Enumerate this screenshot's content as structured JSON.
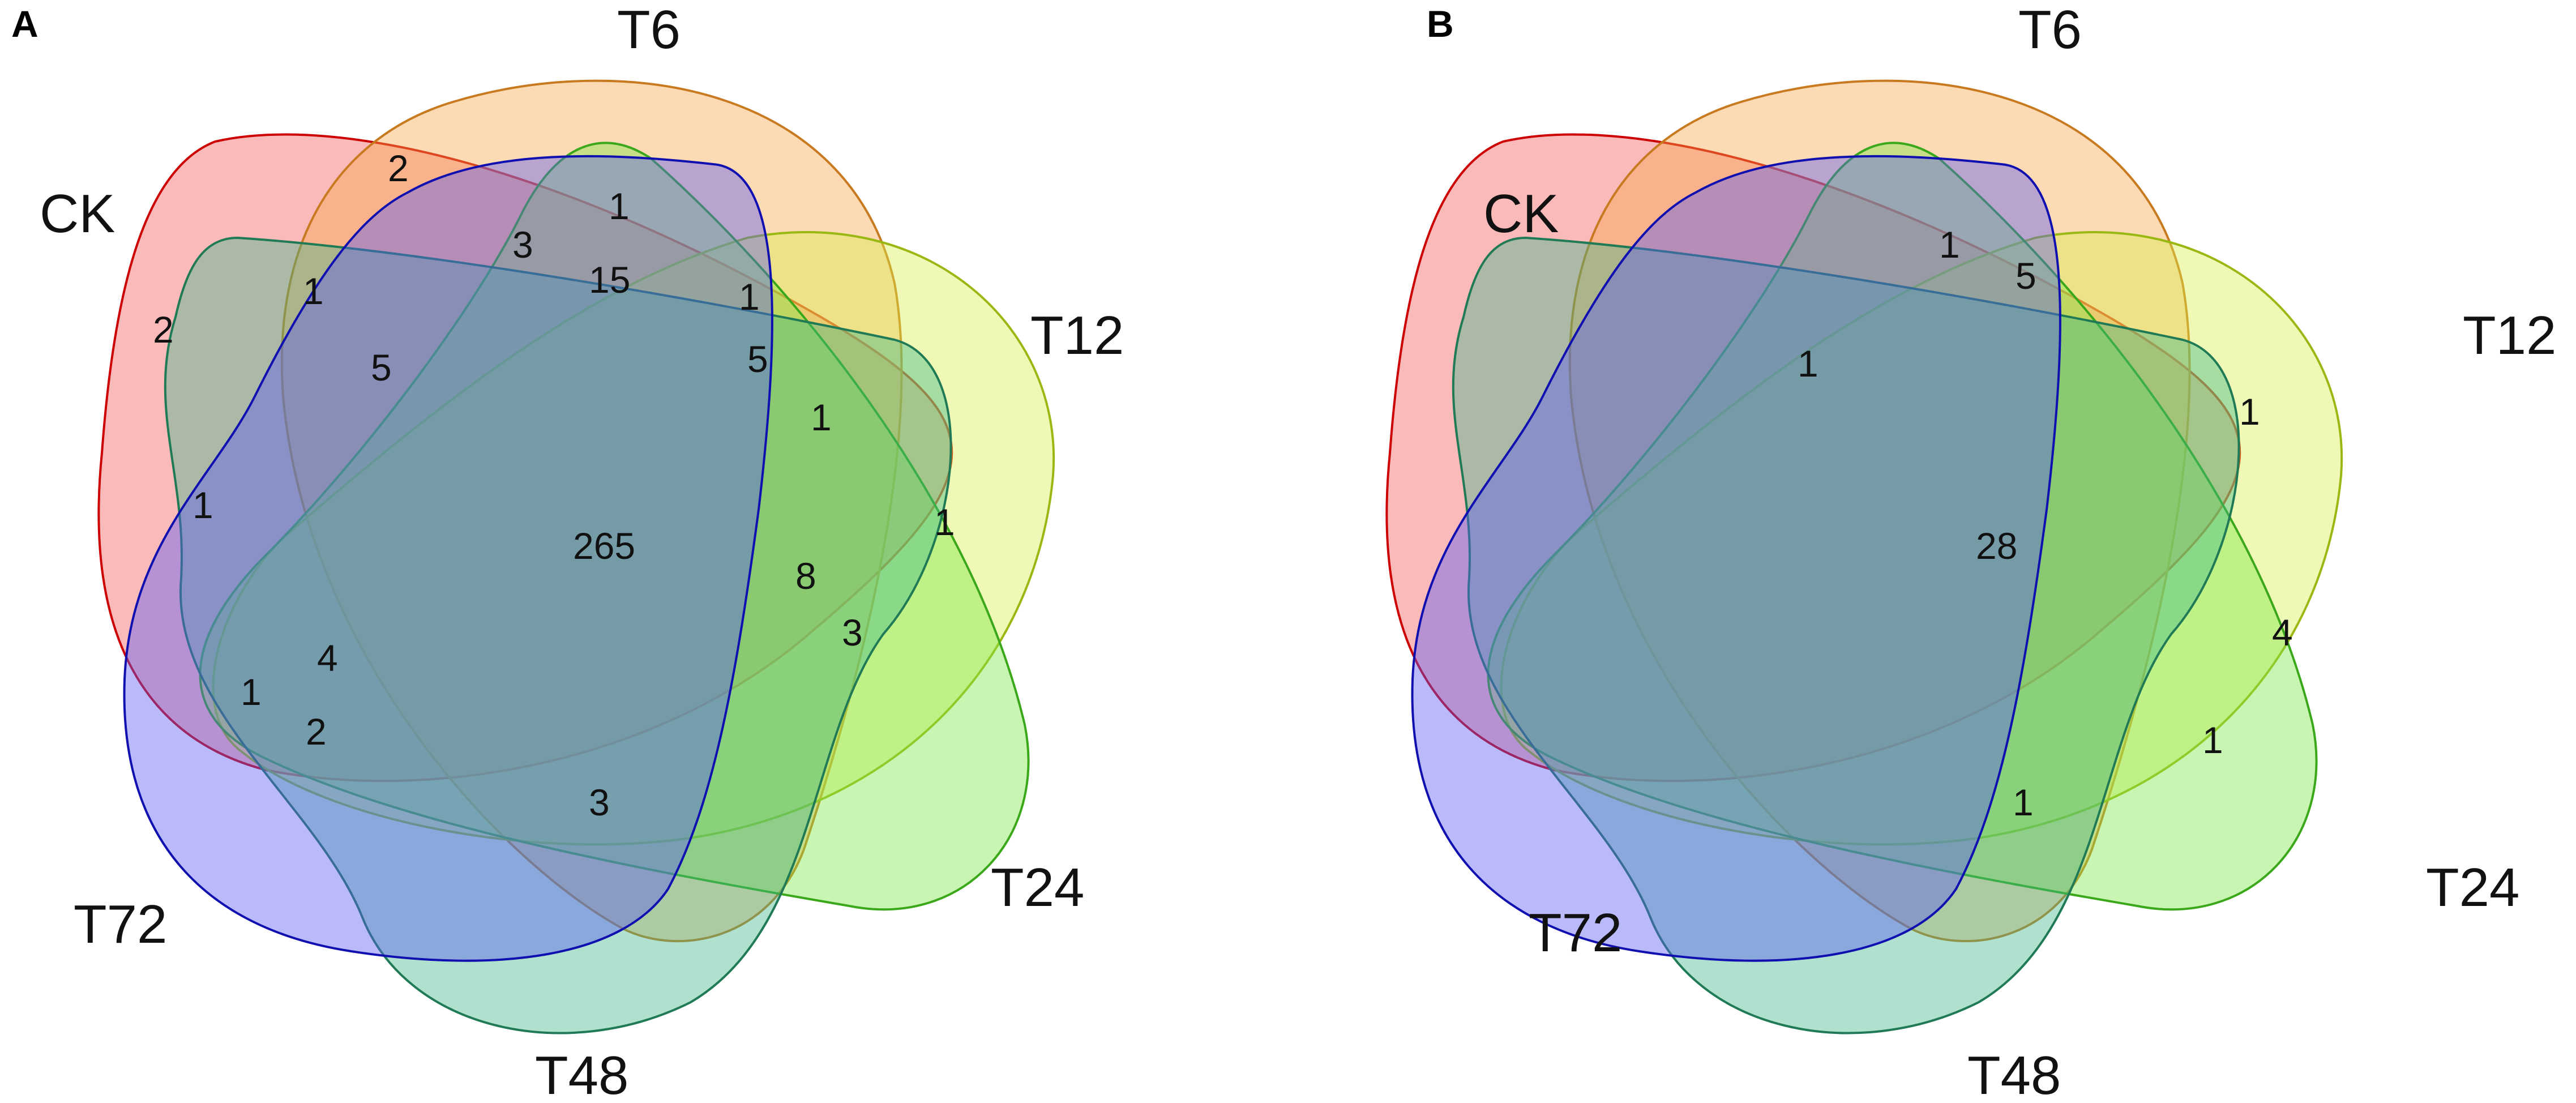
{
  "panels": [
    {
      "id": "A",
      "letter": "A",
      "sets": [
        {
          "name": "CK",
          "color": "#f25a5a",
          "stroke": "#cc0000"
        },
        {
          "name": "T6",
          "color": "#f7a74a",
          "stroke": "#c87a20"
        },
        {
          "name": "T12",
          "color": "#d9ee4c",
          "stroke": "#9ab814"
        },
        {
          "name": "T24",
          "color": "#7fe84a",
          "stroke": "#3aa81a"
        },
        {
          "name": "T48",
          "color": "#41b88a",
          "stroke": "#1f7a55"
        },
        {
          "name": "T72",
          "color": "#5a5af2",
          "stroke": "#1010b0"
        }
      ],
      "counts": [
        "2",
        "2",
        "1",
        "3",
        "15",
        "1",
        "1",
        "5",
        "5",
        "1",
        "1",
        "1",
        "265",
        "8",
        "3",
        "4",
        "1",
        "2",
        "3"
      ]
    },
    {
      "id": "B",
      "letter": "B",
      "sets": [
        {
          "name": "CK",
          "color": "#f25a5a",
          "stroke": "#cc0000"
        },
        {
          "name": "T6",
          "color": "#f7a74a",
          "stroke": "#c87a20"
        },
        {
          "name": "T12",
          "color": "#d9ee4c",
          "stroke": "#9ab814"
        },
        {
          "name": "T24",
          "color": "#7fe84a",
          "stroke": "#3aa81a"
        },
        {
          "name": "T48",
          "color": "#41b88a",
          "stroke": "#1f7a55"
        },
        {
          "name": "T72",
          "color": "#5a5af2",
          "stroke": "#1010b0"
        }
      ],
      "counts": [
        "1",
        "5",
        "1",
        "1",
        "28",
        "4",
        "1",
        "1"
      ]
    }
  ]
}
